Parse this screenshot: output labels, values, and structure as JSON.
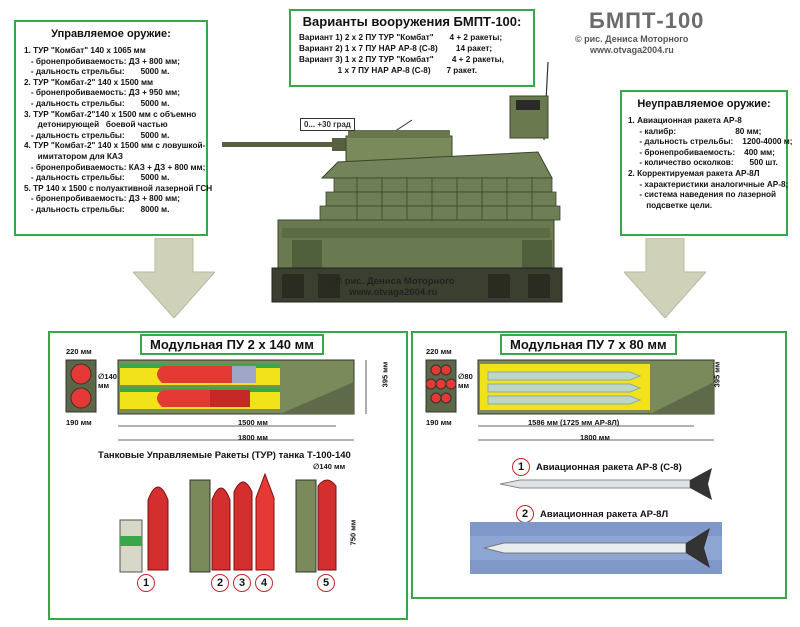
{
  "title": "БМПТ-100",
  "credit": "© рис. Дениса Моторного",
  "site": "www.otvaga2004.ru",
  "variants": {
    "title": "Варианты вооружения БМПТ-100:",
    "rows": [
      "Вариант 1) 2 х 2 ПУ ТУР \"Комбат\"       4 + 2 ракеты;",
      "Вариант 2) 1 х 7 ПУ НАР АР-8 (С-8)        14 ракет;",
      "Вариант 3) 1 х 2 ПУ ТУР \"Комбат\"        4 + 2 ракеты,",
      "                 1 х 7 ПУ НАР АР-8 (С-8)       7 ракет."
    ]
  },
  "guided": {
    "title": "Управляемое оружие:",
    "rows": [
      "1. ТУР \"Комбат\" 140 х 1065 мм",
      "   - бронепробиваемость: ДЗ + 800 мм;",
      "   - дальность стрельбы:       5000 м.",
      "2. ТУР \"Комбат-2\" 140 х 1500 мм",
      "   - бронепробиваемость: ДЗ + 950 мм;",
      "   - дальность стрельбы:       5000 м.",
      "3. ТУР \"Комбат-2\"140 х 1500 мм с объемно",
      "      детонирующей   боевой частью",
      "   - дальность стрельбы:       5000 м.",
      "4. ТУР \"Комбат-2\" 140 х 1500 мм с ловушкой-",
      "      имитатором для КАЗ",
      "   - бронепробиваемость: КАЗ + ДЗ + 800 мм;",
      "   - дальность стрельбы:       5000 м.",
      "5. ТР 140 х 1500 с полуактивной лазерной ГСН",
      "   - бронепробиваемость: ДЗ + 800 мм;",
      "   - дальность стрельбы:       8000 м."
    ]
  },
  "unguided": {
    "title": "Неуправляемое оружие:",
    "rows": [
      "1. Авиационная ракета АР-8",
      "     - калибр:                          80 мм;",
      "     - дальность стрельбы:    1200-4000 м;",
      "     - бронепробиваемость:    400 мм;",
      "     - количество осколков:       500 шт.",
      "2. Корректируемая ракета АР-8Л",
      "     - характеристики аналогичные АР-8;",
      "     - система наведения по лазерной",
      "        подсветке цели."
    ]
  },
  "angle_label": "0... +30 град",
  "left_panel": {
    "title": "Модульная ПУ 2 х 140 мм",
    "dim_top": "220 мм",
    "dim_side": "∅140 мм",
    "dim_bottom_left": "190 мм",
    "dim_height": "395 мм",
    "dim_len1": "1500 мм",
    "dim_len2": "1800 мм",
    "missiles_title": "Танковые Управляемые Ракеты (ТУР) танка Т-100-140",
    "missile_diam": "∅140 мм",
    "missile_len": "750 мм",
    "numbers": [
      "1",
      "2",
      "3",
      "4",
      "5"
    ]
  },
  "right_panel": {
    "title": "Модульная ПУ 7 х 80 мм",
    "dim_top": "220 мм",
    "dim_side": "∅80 мм",
    "dim_bottom_left": "190 мм",
    "dim_height": "395 мм",
    "dim_len1": "1586 мм (1725 мм  АР-8Л)",
    "dim_len2": "1800 мм",
    "rocket1_num": "1",
    "rocket1_label": "Авиационная ракета АР-8 (С-8)",
    "rocket2_num": "2",
    "rocket2_label": "Авиационная ракета АР-8Л"
  },
  "colors": {
    "frame": "#3aa64a",
    "tank": "#6f7f55",
    "missile_red": "#d32f2f",
    "missile_yellow": "#f2e21a",
    "arrow": "#c9cbb2"
  }
}
